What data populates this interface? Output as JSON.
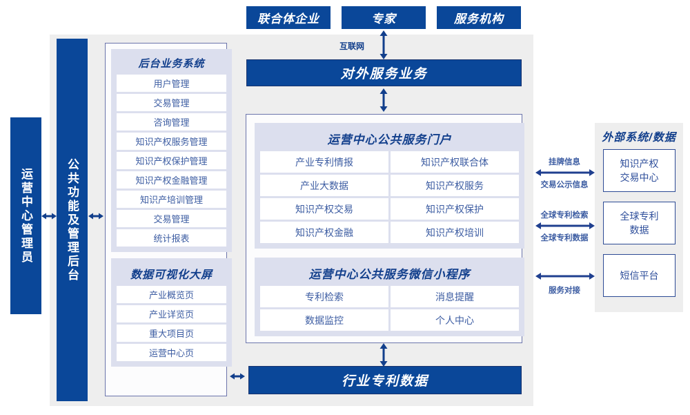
{
  "top_actors": [
    {
      "label": "联合体企业"
    },
    {
      "label": "专家"
    },
    {
      "label": "服务机构"
    }
  ],
  "internet_label": "互联网",
  "external_service_bar": "对外服务业务",
  "industry_data_bar": "行业专利数据",
  "left_roles": [
    {
      "label": "运营中心管理员"
    },
    {
      "label": "公共功能及管理后台"
    }
  ],
  "backend_system": {
    "title": "后台业务系统",
    "items": [
      "用户管理",
      "交易管理",
      "咨询管理",
      "知识产权服务管理",
      "知识产权保护管理",
      "知识产权金融管理",
      "知识产培训管理",
      "交易管理",
      "统计报表"
    ]
  },
  "data_visual": {
    "title": "数据可视化大屏",
    "items": [
      "产业概览页",
      "产业详览页",
      "重大项目页",
      "运营中心页"
    ]
  },
  "portal": {
    "title": "运营中心公共服务门户",
    "items": [
      "产业专利情报",
      "知识产权联合体",
      "产业大数据",
      "知识产权服务",
      "知识产权交易",
      "知识产权保护",
      "知识产权金融",
      "知识产权培训"
    ]
  },
  "miniprogram": {
    "title": "运营中心公共服务微信小程序",
    "items": [
      "专利检索",
      "消息提醒",
      "数据监控",
      "个人中心"
    ]
  },
  "external": {
    "title": "外部系统/数据",
    "boxes": [
      {
        "line1": "知识产权",
        "line2": "交易中心"
      },
      {
        "line1": "全球专利",
        "line2": "数据"
      },
      {
        "line1": "短信平台",
        "line2": ""
      }
    ],
    "connections": [
      {
        "top": "挂牌信息",
        "bottom": "交易公示信息"
      },
      {
        "top": "全球专利检索",
        "bottom": "全球专利数据"
      },
      {
        "top": "",
        "bottom": "服务对接"
      }
    ]
  },
  "colors": {
    "brand_blue": "#0a4799",
    "panel_gray": "#eeeeee",
    "lavender": "#dcdfee",
    "text_blue": "#3c5ca2",
    "border_purple": "#6b74ab"
  }
}
